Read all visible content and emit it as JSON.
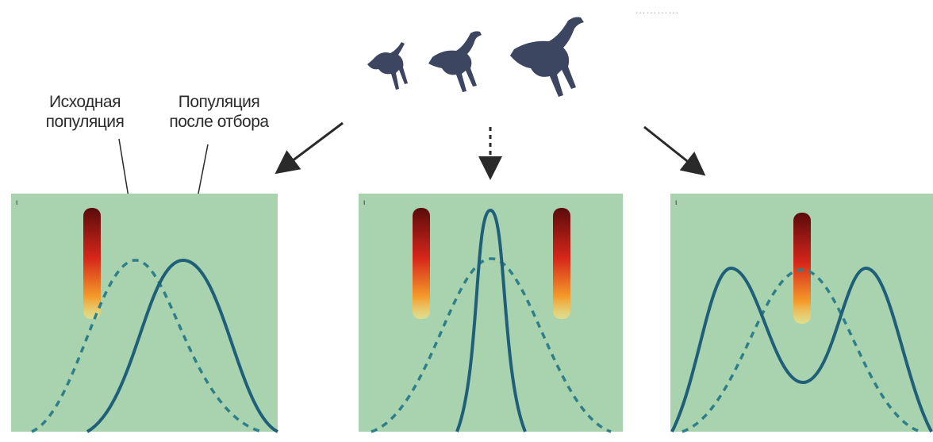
{
  "labels": {
    "initial_population": [
      "Исходная",
      "популяция"
    ],
    "population_after_selection": [
      "Популяция",
      "после отбора"
    ],
    "faint_caption": "…………"
  },
  "panels": [
    {
      "id": "directional",
      "curves": [
        "initial-dashed",
        "after-solid"
      ],
      "pressure_arrows": 1
    },
    {
      "id": "stabilizing",
      "curves": [
        "initial-dashed",
        "after-solid"
      ],
      "pressure_arrows": 2
    },
    {
      "id": "disruptive",
      "curves": [
        "initial-dashed",
        "after-solid"
      ],
      "pressure_arrows": 1
    }
  ],
  "colors": {
    "panel_bg": "#a9d3ae",
    "curve": "#1f5f7a",
    "dashed_curve": "#2f7f8a",
    "pressure_top": "#6b0d0d",
    "pressure_mid": "#d6261a",
    "pressure_bottom": "#ffd33d",
    "dinosaur": "#3d4660"
  },
  "icons": [
    "dinosaur-icon",
    "dinosaur-icon",
    "dinosaur-icon",
    "arrow-icon"
  ]
}
